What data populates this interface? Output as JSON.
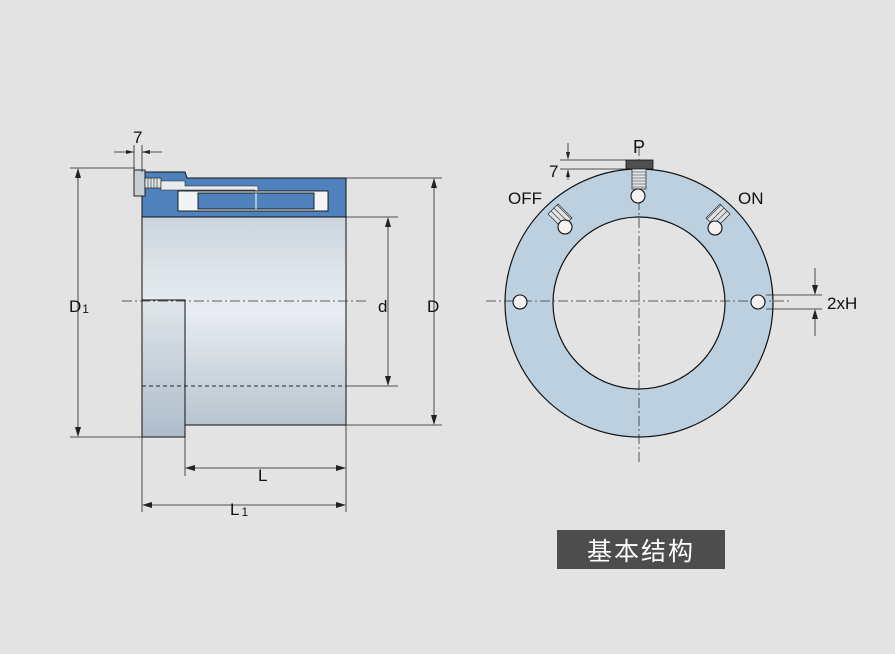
{
  "diagram": {
    "side_view": {
      "top_dim": "7",
      "outer_dia_label": "D",
      "outer_dia_sub": "1",
      "bore_label": "d",
      "housing_label": "D",
      "length_label": "L",
      "total_length_label": "L",
      "total_length_sub": "1"
    },
    "front_view": {
      "top_label": "P",
      "top_dim": "7",
      "off_label": "OFF",
      "on_label": "ON",
      "hole_label": "2xH"
    },
    "caption": "基本结构"
  },
  "colors": {
    "background": "#e3e3e3",
    "body_fill": "#bcd0e0",
    "seal_blue": "#4f82bd",
    "caption_bg": "#4d4d4d"
  }
}
